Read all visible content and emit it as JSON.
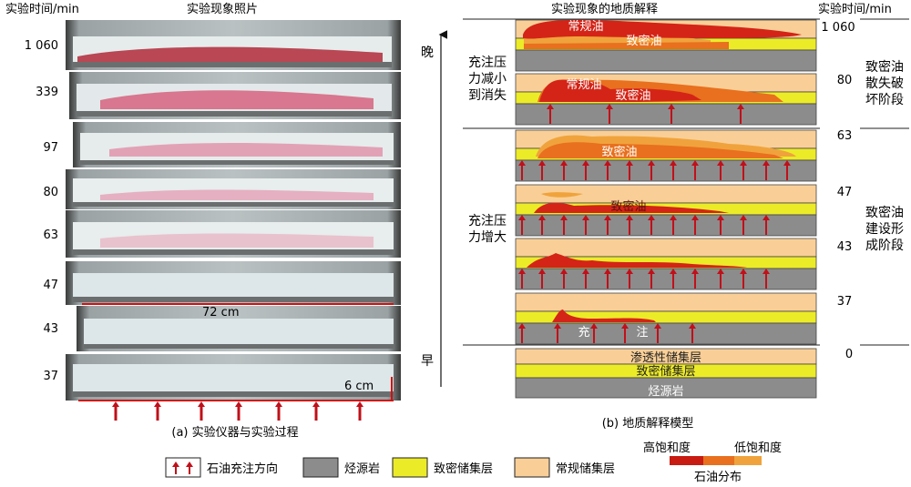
{
  "left_panel": {
    "header_time": "实验时间/min",
    "header_photos": "实验现象照片",
    "time_labels": [
      "1 060",
      "339",
      "97",
      "80",
      "63",
      "47",
      "43",
      "37"
    ],
    "length_label": "72 cm",
    "height_label": "6 cm",
    "caption": "(a) 实验仪器与实验过程"
  },
  "time_axis": {
    "late": "晚",
    "early": "早"
  },
  "right_panel": {
    "header_interpretation": "实验现象的地质解释",
    "header_time": "实验时间/min",
    "left_notes": {
      "pressure_decrease": "充注压力减小到消失",
      "pressure_increase": "充注压力增大"
    },
    "right_times": [
      "1 060",
      "80",
      "63",
      "47",
      "43",
      "37",
      "0"
    ],
    "stage_labels": {
      "destruction": "致密油散失破坏阶段",
      "construction": "致密油建设形成阶段"
    },
    "panel_labels": {
      "conventional_oil": "常规油",
      "tight_oil": "致密油",
      "charge_char_1": "充",
      "charge_char_2": "注"
    },
    "base_layers": [
      "渗透性储集层",
      "致密储集层",
      "烃源岩"
    ],
    "caption": "(b) 地质解释模型"
  },
  "legend": {
    "charge_direction": "石油充注方向",
    "source_rock": "烃源岩",
    "tight_reservoir": "致密储集层",
    "conventional_reservoir": "常规储集层",
    "high_saturation": "高饱和度",
    "low_saturation": "低饱和度",
    "oil_distribution": "石油分布"
  },
  "colors": {
    "conventional_reservoir": "#f9cf97",
    "tight_reservoir": "#eceb28",
    "source_rock": "#8c8c8c",
    "charge_arrow": "#c0101a",
    "oil_high": "#d42417",
    "oil_mid": "#e8701e",
    "oil_low": "#f0a33c"
  }
}
